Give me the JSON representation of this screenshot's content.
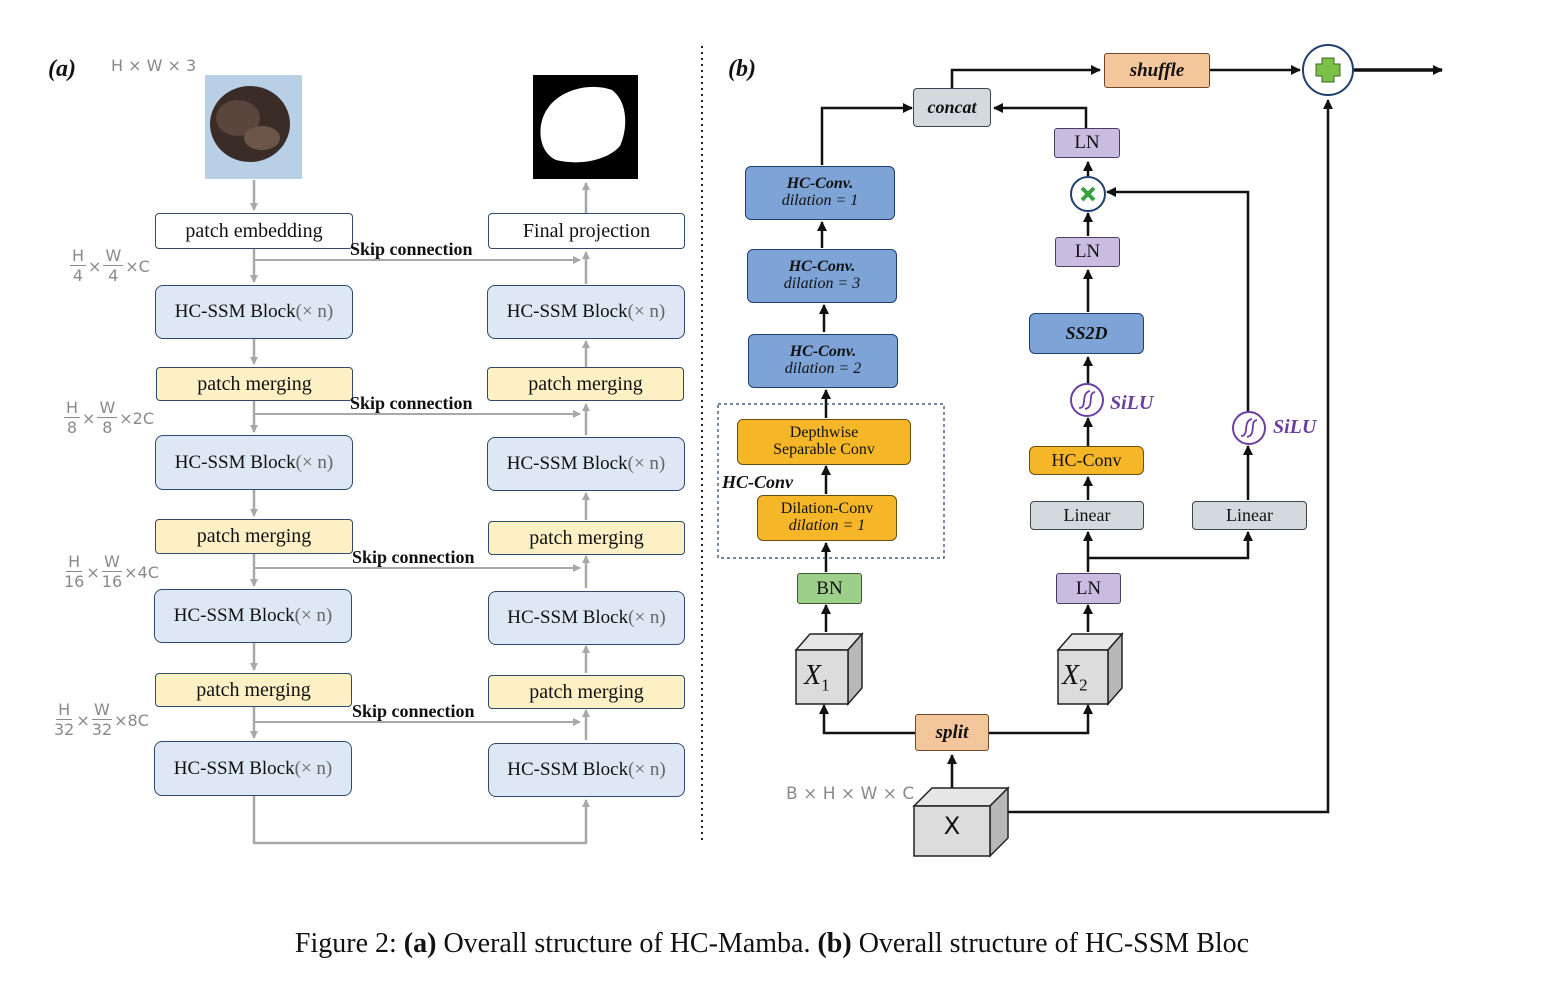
{
  "panel_a": {
    "label": "(a)",
    "input_dims": "H × W × 3",
    "patch_embedding": "patch embedding",
    "final_projection": "Final projection",
    "block_label": "HC-SSM Block",
    "block_suffix": "(× n)",
    "patch_merging": "patch merging",
    "skip_connection": "Skip connection",
    "stage_dims": [
      {
        "num_h": "H",
        "den_h": "4",
        "num_w": "W",
        "den_w": "4",
        "chan": "C"
      },
      {
        "num_h": "H",
        "den_h": "8",
        "num_w": "W",
        "den_w": "8",
        "chan": "2C"
      },
      {
        "num_h": "H",
        "den_h": "16",
        "num_w": "W",
        "den_w": "16",
        "chan": "4C"
      },
      {
        "num_h": "H",
        "den_h": "32",
        "num_w": "W",
        "den_w": "32",
        "chan": "8C"
      }
    ],
    "times": "×"
  },
  "panel_b": {
    "label": "(b)",
    "shuffle": "shuffle",
    "concat": "concat",
    "hc_conv_title": "HC-Conv.",
    "dilation_1": "dilation = 1",
    "dilation_3": "dilation = 3",
    "dilation_2": "dilation = 2",
    "depthwise_1": "Depthwise",
    "depthwise_2": "Separable Conv",
    "hc_conv_group": "HC-Conv",
    "dilation_conv": "Dilation-Conv",
    "dilation_conv_d": "dilation = 1",
    "bn": "BN",
    "x1_base": "X",
    "x1_sub": "1",
    "x2_base": "X",
    "x2_sub": "2",
    "split": "split",
    "input_dims": "B × H × W × C",
    "x": "X",
    "ln": "LN",
    "ss2d": "SS2D",
    "silu": "SiLU",
    "hc_conv_right": "HC-Conv",
    "linear": "Linear"
  },
  "caption": {
    "prefix": "Figure 2: ",
    "a_tag": "(a)",
    "a_text": " Overall structure of HC-Mamba. ",
    "b_tag": "(b)",
    "b_text": " Overall structure of HC-SSM Bloc"
  },
  "colors": {
    "gray_arrow": "#a8a8a8",
    "black_arrow": "#111111",
    "blue_block": "#dde8f4",
    "yellow_block": "#fdf0c4",
    "hc_conv": "#7ea3d6",
    "orange": "#f5b728",
    "green": "#9dcf8a",
    "purple": "#c8bde0",
    "gray_block": "#d4d9dd",
    "peach": "#f3c69c"
  }
}
